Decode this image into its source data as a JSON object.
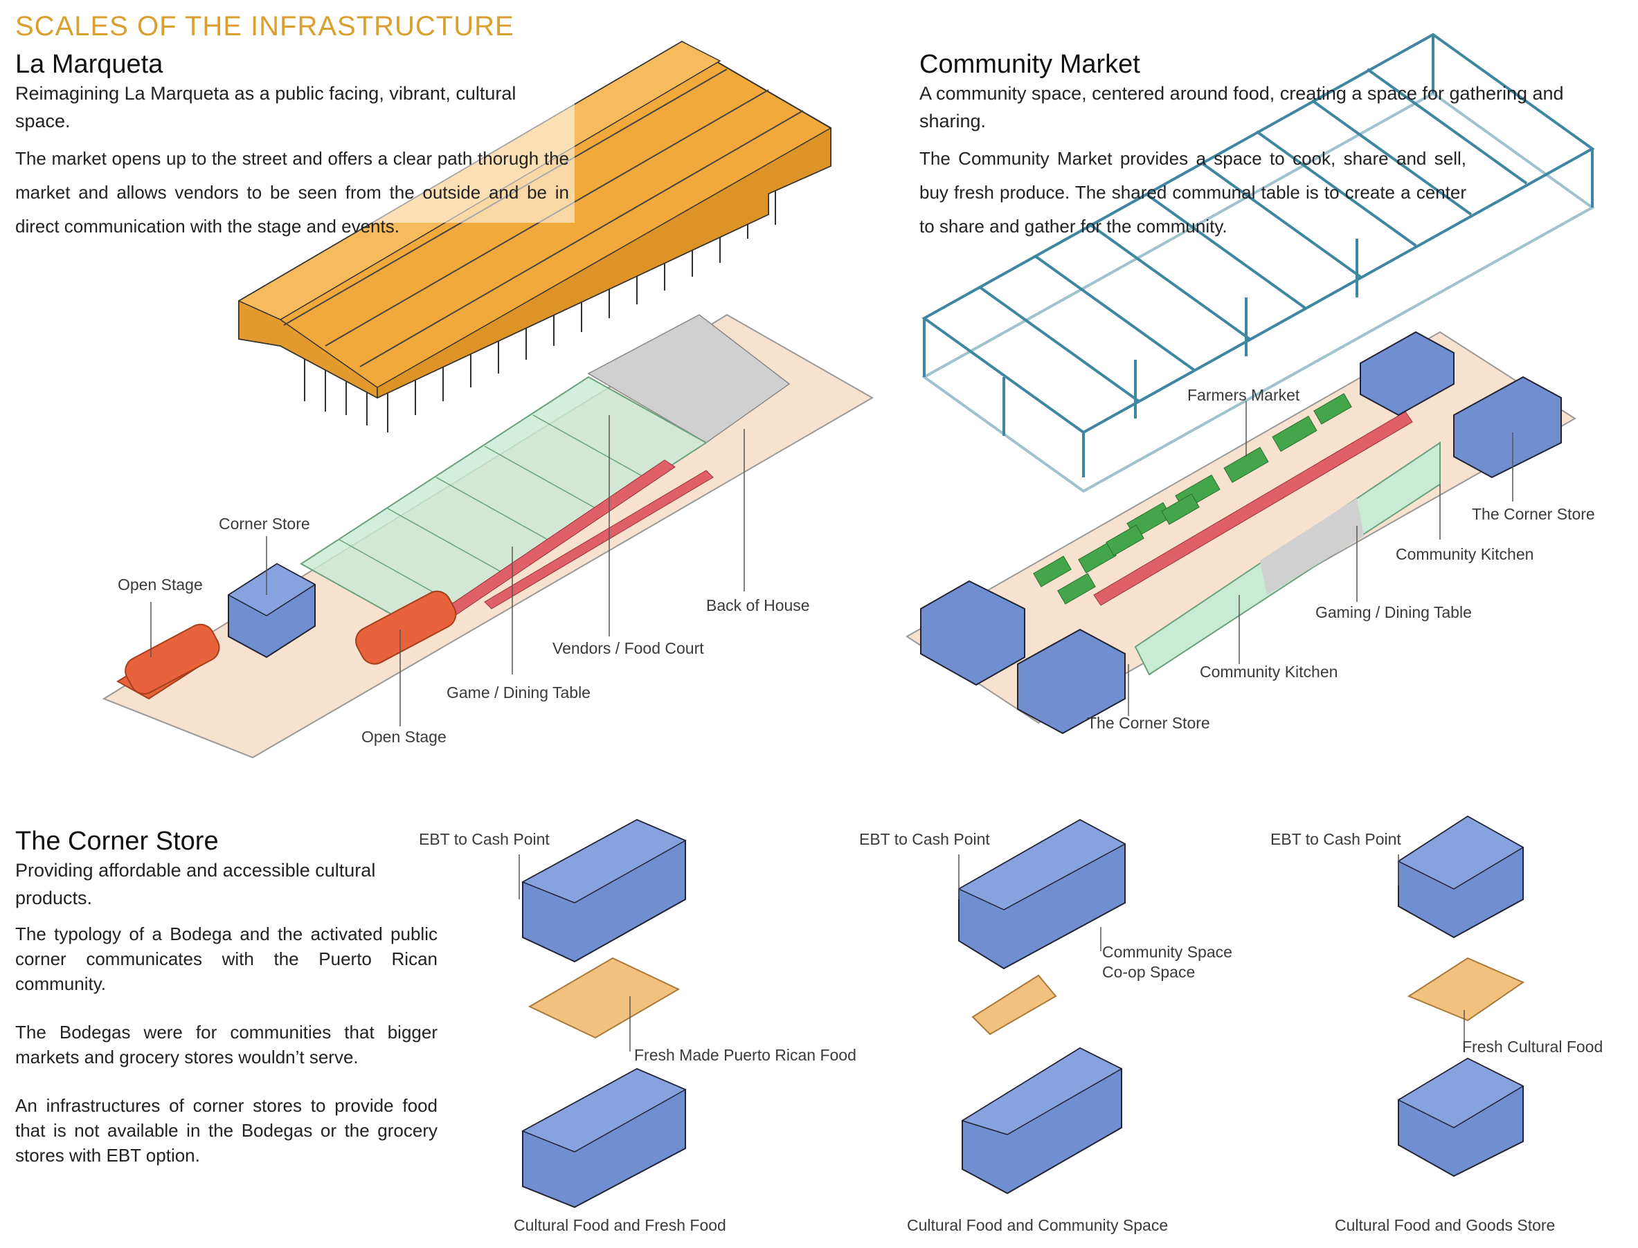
{
  "page_title": "SCALES OF THE INFRASTRUCTURE",
  "colors": {
    "title_gold": "#d9a02f",
    "roof_orange": "#f2a93b",
    "stage_red": "#e8633b",
    "table_red": "#e0606a",
    "vendor_green": "#a9dbb9",
    "store_blue": "#6f8fd1",
    "frame_teal": "#3f86a0",
    "farmers_green": "#44a64a",
    "counter_tan": "#f3c17e",
    "ground_beige": "#f6e2cf",
    "gray_block": "#cfcfcf"
  },
  "la_marqueta": {
    "heading": "La Marqueta",
    "subtitle": "Reimagining La Marqueta as a public facing, vibrant, cultural space.",
    "body": "The market opens up to the street and offers a clear path thorugh the market and allows vendors to be seen from the outside and be in direct communication with the stage and events.",
    "labels": {
      "corner_store": "Corner Store",
      "open_stage_left": "Open Stage",
      "open_stage_bottom": "Open Stage",
      "game_dining": "Game / Dining Table",
      "vendors": "Vendors / Food Court",
      "back_of_house": "Back of House"
    }
  },
  "community_market": {
    "heading": "Community Market",
    "subtitle": "A community space, centered around food, creating a space for gathering and sharing.",
    "body": "The Community Market provides a space to cook, share and sell, buy fresh produce. The shared communal table is to create a center to share and gather for the community.",
    "labels": {
      "farmers_market": "Farmers Market",
      "corner_store_right": "The Corner Store",
      "community_kitchen_right": "Community Kitchen",
      "gaming_dining": "Gaming / Dining Table",
      "community_kitchen_bottom": "Community Kitchen",
      "corner_store_bottom": "The Corner Store"
    }
  },
  "corner_store": {
    "heading": "The Corner Store",
    "subtitle": "Providing affordable and accessible cultural products.",
    "paragraphs": [
      "The typology of a Bodega and the activated public corner communicates with the Puerto Rican community.",
      "The Bodegas were for communities that bigger markets and grocery stores wouldn’t serve.",
      "An infrastructures of corner stores to provide food that is not available in the Bodegas or the grocery stores with EBT option."
    ],
    "variants": [
      {
        "top_label": "EBT to Cash Point",
        "mid_label": "Fresh Made Puerto Rican Food",
        "caption": "Cultural Food and Fresh Food"
      },
      {
        "top_label": "EBT to Cash Point",
        "mid_label": "Community Space\nCo-op Space",
        "caption": "Cultural Food and Community Space"
      },
      {
        "top_label": "EBT to Cash Point",
        "mid_label": "Fresh Cultural Food",
        "caption": "Cultural Food and Goods Store"
      }
    ]
  }
}
